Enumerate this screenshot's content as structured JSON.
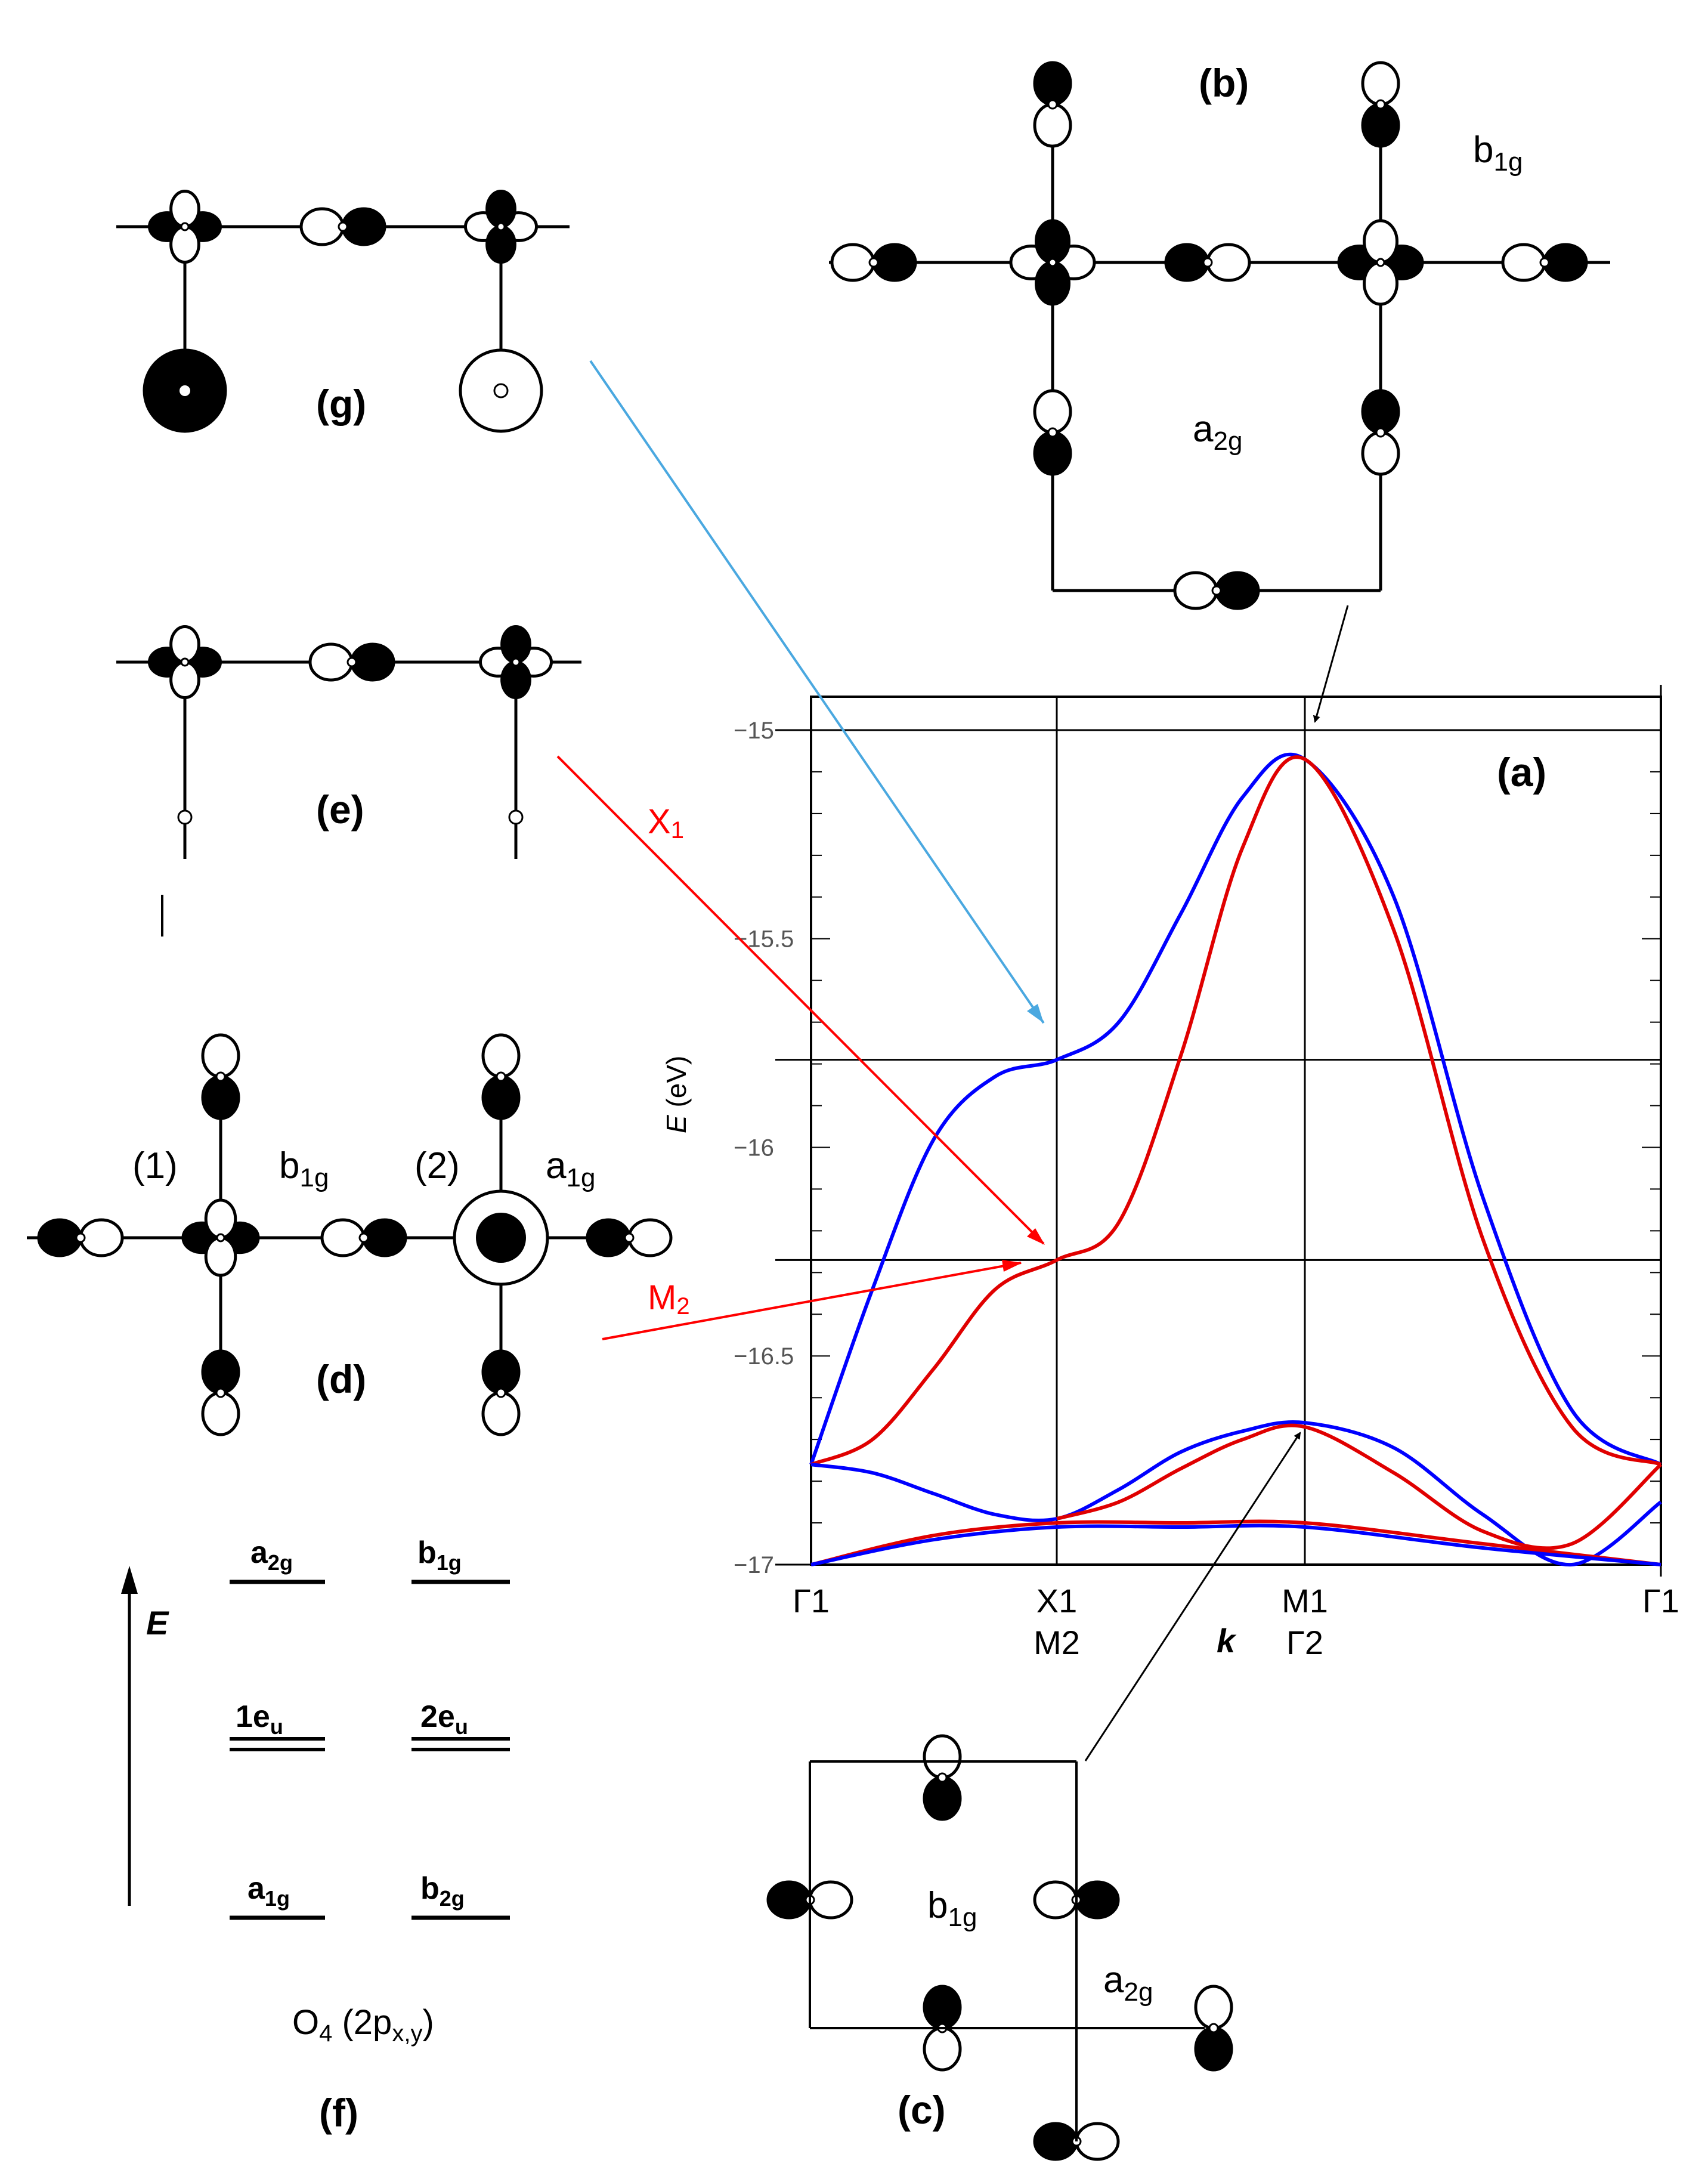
{
  "panels": {
    "a": "(a)",
    "b": "(b)",
    "c": "(c)",
    "d": "(d)",
    "e": "(e)",
    "f": "(f)",
    "g": "(g)"
  },
  "symmetry": {
    "b1g": {
      "base": "b",
      "sub": "1g"
    },
    "a2g": {
      "base": "a",
      "sub": "2g"
    },
    "a1g": {
      "base": "a",
      "sub": "1g"
    },
    "b2g": {
      "base": "b",
      "sub": "2g"
    },
    "e1u": {
      "base": "1e",
      "sub": "u"
    },
    "e2u": {
      "base": "2e",
      "sub": "u"
    }
  },
  "site_labels": {
    "one": "(1)",
    "two": "(2)"
  },
  "arrow_labels": {
    "x1": {
      "base": "X",
      "sub": "1",
      "color": "#ff0000"
    },
    "m2": {
      "base": "M",
      "sub": "2",
      "color": "#ff0000"
    }
  },
  "level_diagram": {
    "axis_label": "E",
    "caption": {
      "base": "O",
      "sub": "4",
      "mid": " (2p",
      "sub2": "x,y",
      "end": ")"
    }
  },
  "colors": {
    "band_blue": "#0000ff",
    "band_red": "#e00000",
    "arrow_cyan": "#4aa8e0",
    "arrow_red": "#ff0000"
  },
  "chart_data": {
    "type": "line",
    "title": "",
    "xlabel": "k",
    "ylabel": "E (eV)",
    "ylim": [
      -17,
      -14.92
    ],
    "yticks": [
      "−15",
      "−15.5",
      "−16",
      "−16.5",
      "−17"
    ],
    "ytick_values": [
      -15,
      -15.5,
      -16,
      -16.5,
      -17
    ],
    "grid_y": [
      -15.79,
      -16.27
    ],
    "xticks": [
      {
        "top": "Γ1",
        "bottom": ""
      },
      {
        "top": "X1",
        "bottom": "M2"
      },
      {
        "top": "M1",
        "bottom": "Γ2"
      },
      {
        "top": "Γ1",
        "bottom": ""
      }
    ],
    "xtick_values": [
      0,
      1,
      2,
      3
    ],
    "series": [
      {
        "color": "#0000ff",
        "x": [
          0,
          0.25,
          0.5,
          0.75,
          1,
          1.25,
          1.5,
          1.75,
          2,
          2.25,
          2.5,
          2.75,
          3
        ],
        "values": [
          -16.76,
          -16.34,
          -15.98,
          -15.83,
          -15.79,
          -15.7,
          -15.44,
          -15.16,
          -15.07,
          -15.4,
          -16.12,
          -16.63,
          -16.76
        ]
      },
      {
        "color": "#e00000",
        "x": [
          0,
          0.25,
          0.5,
          0.75,
          1,
          1.25,
          1.5,
          1.75,
          2,
          2.25,
          2.5,
          2.75,
          3
        ],
        "values": [
          -16.76,
          -16.7,
          -16.53,
          -16.34,
          -16.27,
          -16.18,
          -15.78,
          -15.28,
          -15.07,
          -15.48,
          -16.22,
          -16.67,
          -16.76
        ]
      },
      {
        "color": "#0000ff",
        "x": [
          0,
          0.25,
          0.5,
          0.75,
          1,
          1.25,
          1.5,
          1.75,
          2,
          2.25,
          2.5,
          2.75,
          3
        ],
        "values": [
          -16.76,
          -16.78,
          -16.83,
          -16.88,
          -16.89,
          -16.82,
          -16.73,
          -16.68,
          -16.66,
          -16.72,
          -16.88,
          -17.0,
          -16.85
        ]
      },
      {
        "color": "#e00000",
        "x": [
          1,
          1.25,
          1.5,
          1.75,
          2,
          2.25,
          2.5,
          2.75,
          3
        ],
        "values": [
          -16.89,
          -16.85,
          -16.77,
          -16.7,
          -16.67,
          -16.78,
          -16.92,
          -16.95,
          -16.76
        ]
      },
      {
        "color": "#e00000",
        "x": [
          0,
          0.5,
          1,
          1.5,
          2,
          2.5,
          3
        ],
        "values": [
          -17.0,
          -16.93,
          -16.9,
          -16.9,
          -16.9,
          -16.95,
          -17.0
        ]
      },
      {
        "color": "#0000ff",
        "x": [
          0,
          0.5,
          1,
          1.5,
          2,
          2.5,
          3
        ],
        "values": [
          -17.0,
          -16.94,
          -16.91,
          -16.91,
          -16.91,
          -16.96,
          -17.0
        ]
      }
    ]
  }
}
